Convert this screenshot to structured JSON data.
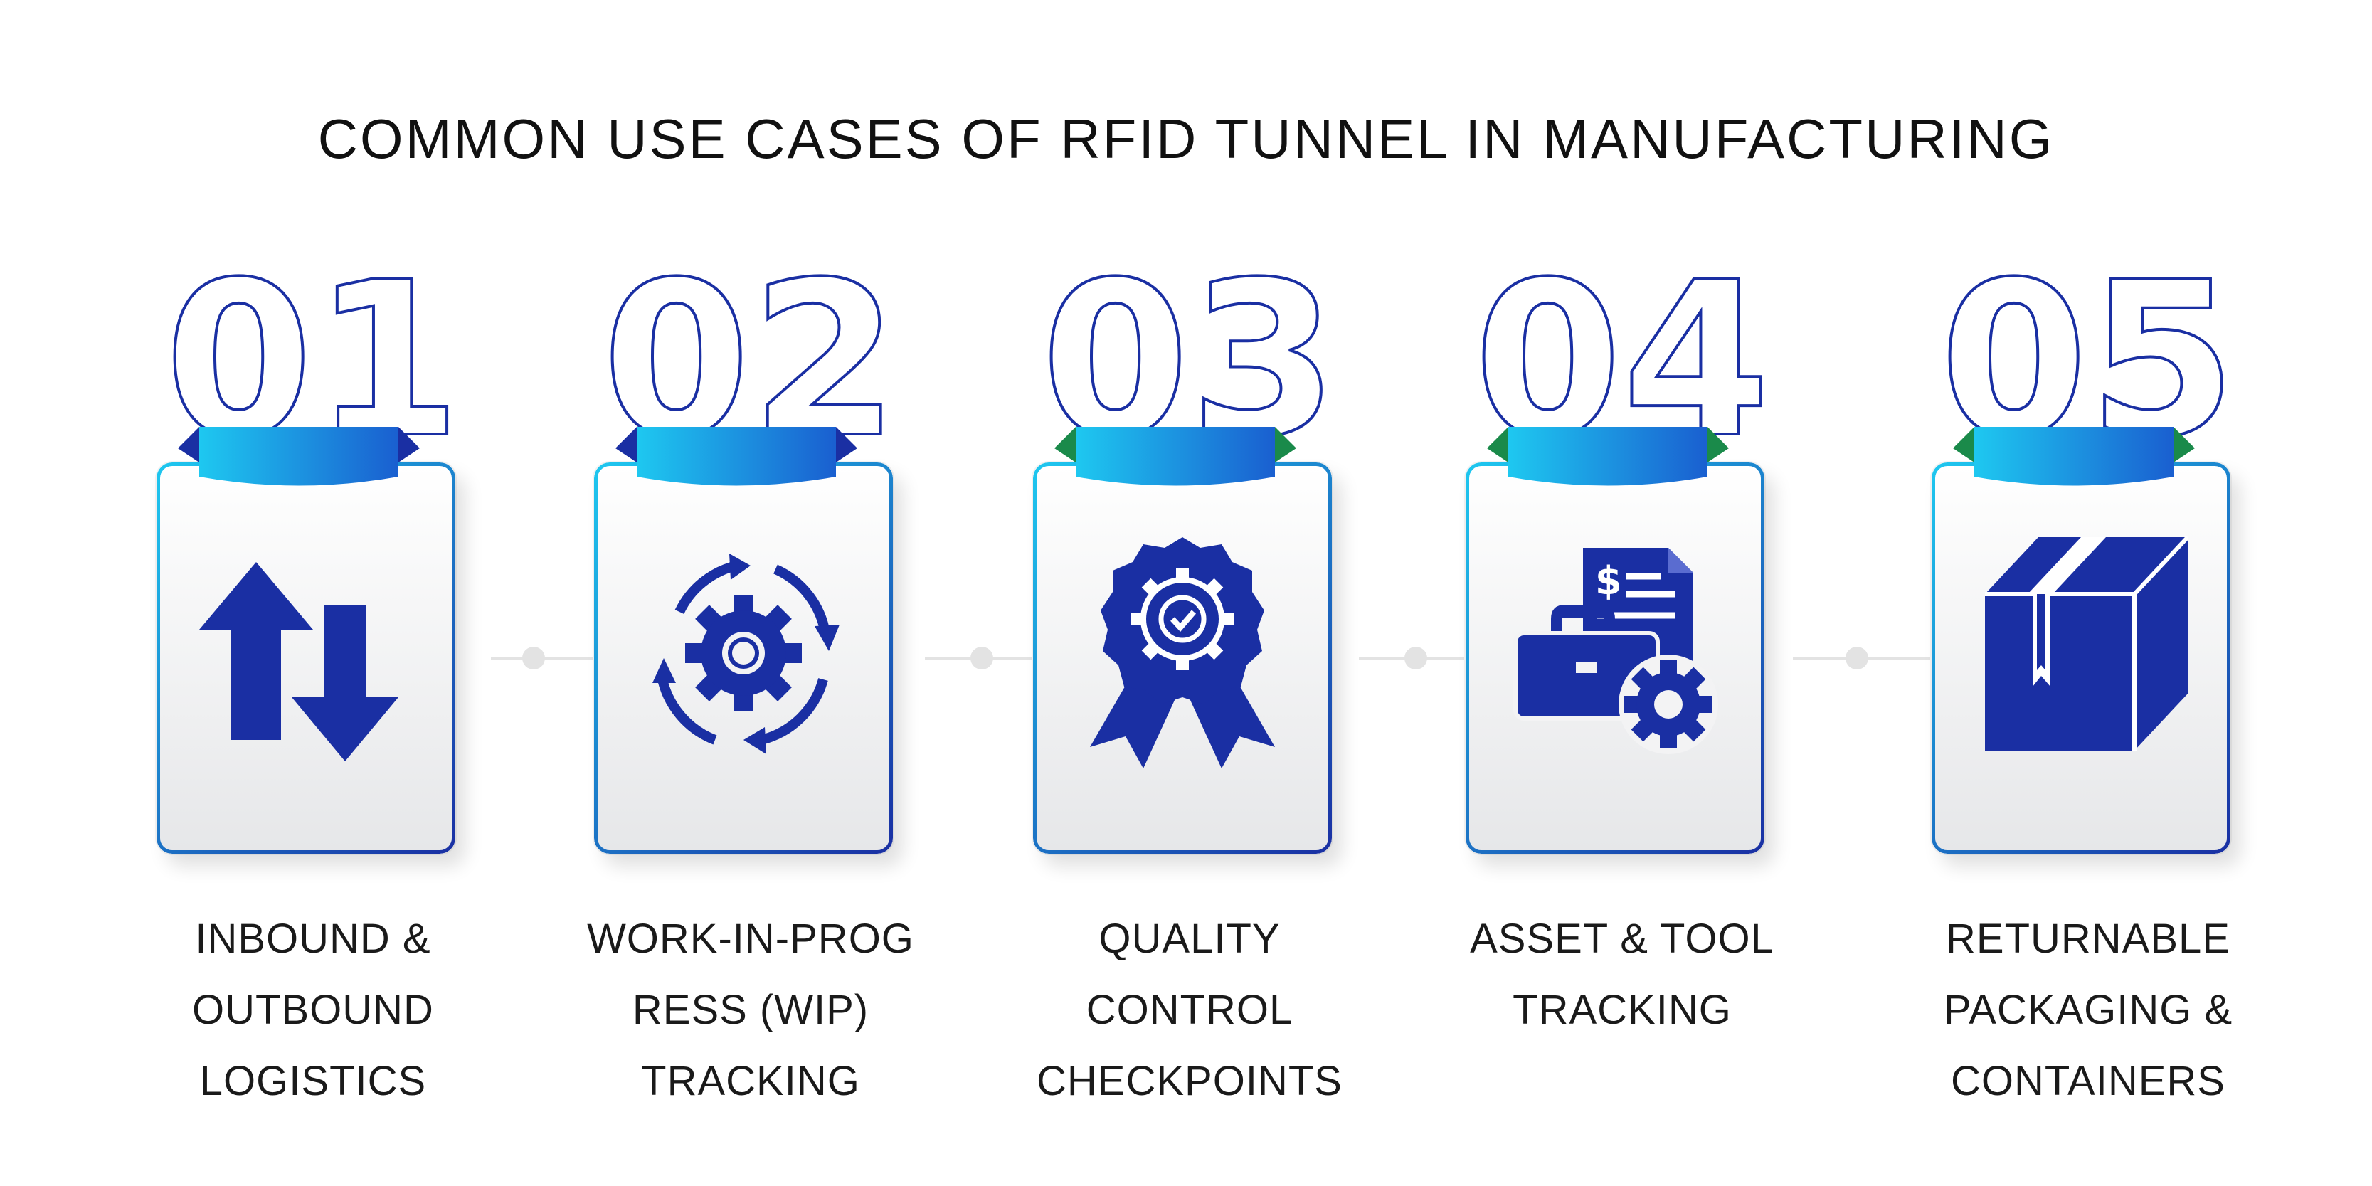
{
  "title": "COMMON USE CASES OF RFID TUNNEL IN MANUFACTURING",
  "colors": {
    "primary": "#1a2fa3",
    "accent": "#1ec8f0",
    "tab_left": "#1a2fa3",
    "tab_right": "#1a8a4a"
  },
  "steps": [
    {
      "number": "01",
      "icon": "up-down-arrows-icon",
      "label_lines": [
        "INBOUND &",
        "OUTBOUND",
        "LOGISTICS"
      ]
    },
    {
      "number": "02",
      "icon": "gear-cycle-icon",
      "label_lines": [
        "WORK-IN-PROG",
        "RESS (WIP)",
        "TRACKING"
      ]
    },
    {
      "number": "03",
      "icon": "quality-badge-icon",
      "label_lines": [
        "QUALITY",
        "CONTROL",
        "CHECKPOINTS"
      ]
    },
    {
      "number": "04",
      "icon": "asset-tools-icon",
      "label_lines": [
        "ASSET & TOOL",
        "TRACKING"
      ]
    },
    {
      "number": "05",
      "icon": "package-box-icon",
      "label_lines": [
        "RETURNABLE",
        "PACKAGING &",
        "CONTAINERS"
      ]
    }
  ]
}
